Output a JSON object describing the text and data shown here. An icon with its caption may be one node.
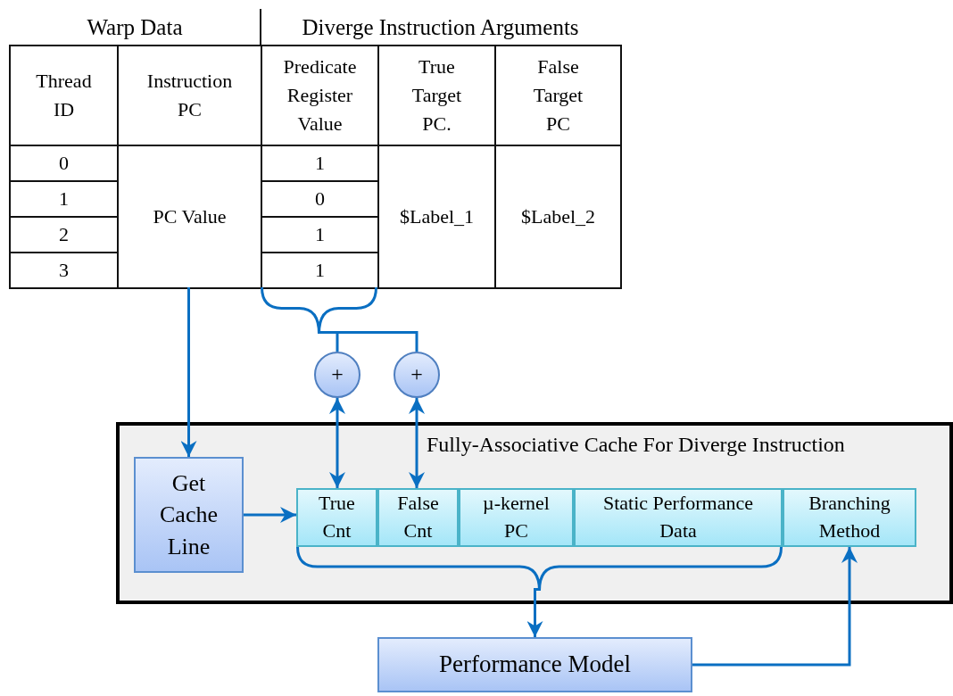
{
  "diagram": {
    "nodes": [
      {
        "text": [
          "PC Value"
        ]
      },
      {
        "text": [],
        "shape": "brace"
      },
      {
        "text": [
          "+"
        ]
      },
      {
        "text": [
          "+"
        ]
      },
      {
        "text": [
          "Fully-Associative Cache For Diverge Instruction"
        ]
      },
      {
        "text": [
          "Get Cache Line"
        ],
        "in": 4
      },
      {
        "text": [
          "True Cnt"
        ],
        "in": 4
      },
      {
        "text": [
          "False Cnt"
        ],
        "in": 4
      },
      {
        "text": [
          "µ-kernel PC"
        ],
        "in": 4
      },
      {
        "text": [
          "Static Performance Data"
        ],
        "in": 4
      },
      {
        "text": [
          "Branching Method"
        ],
        "in": 4
      },
      {
        "text": [],
        "shape": "brace",
        "in": 4
      },
      {
        "text": [
          "Performance Model"
        ]
      }
    ],
    "edges": [
      {
        "from": 0,
        "to": 5,
        "arrow": "to"
      },
      {
        "from": 1,
        "to": 2,
        "arrow": "none"
      },
      {
        "from": 1,
        "to": 3,
        "arrow": "none"
      },
      {
        "from": 2,
        "to": 6,
        "arrow": "both"
      },
      {
        "from": 3,
        "to": 7,
        "arrow": "both"
      },
      {
        "from": 5,
        "to": 6,
        "arrow": "to"
      },
      {
        "from": 11,
        "to": 12,
        "arrow": "to"
      },
      {
        "from": 12,
        "to": 10,
        "arrow": "to"
      }
    ],
    "labels": [
      "Warp Data",
      "Diverge Instruction Arguments",
      "Thread ID",
      "Instruction PC",
      "Predicate Register Value",
      "True Target PC.",
      "False Target PC",
      "0",
      "1",
      "2",
      "3",
      "1",
      "0",
      "1",
      "1",
      "$Label_1",
      "$Label_2"
    ]
  }
}
